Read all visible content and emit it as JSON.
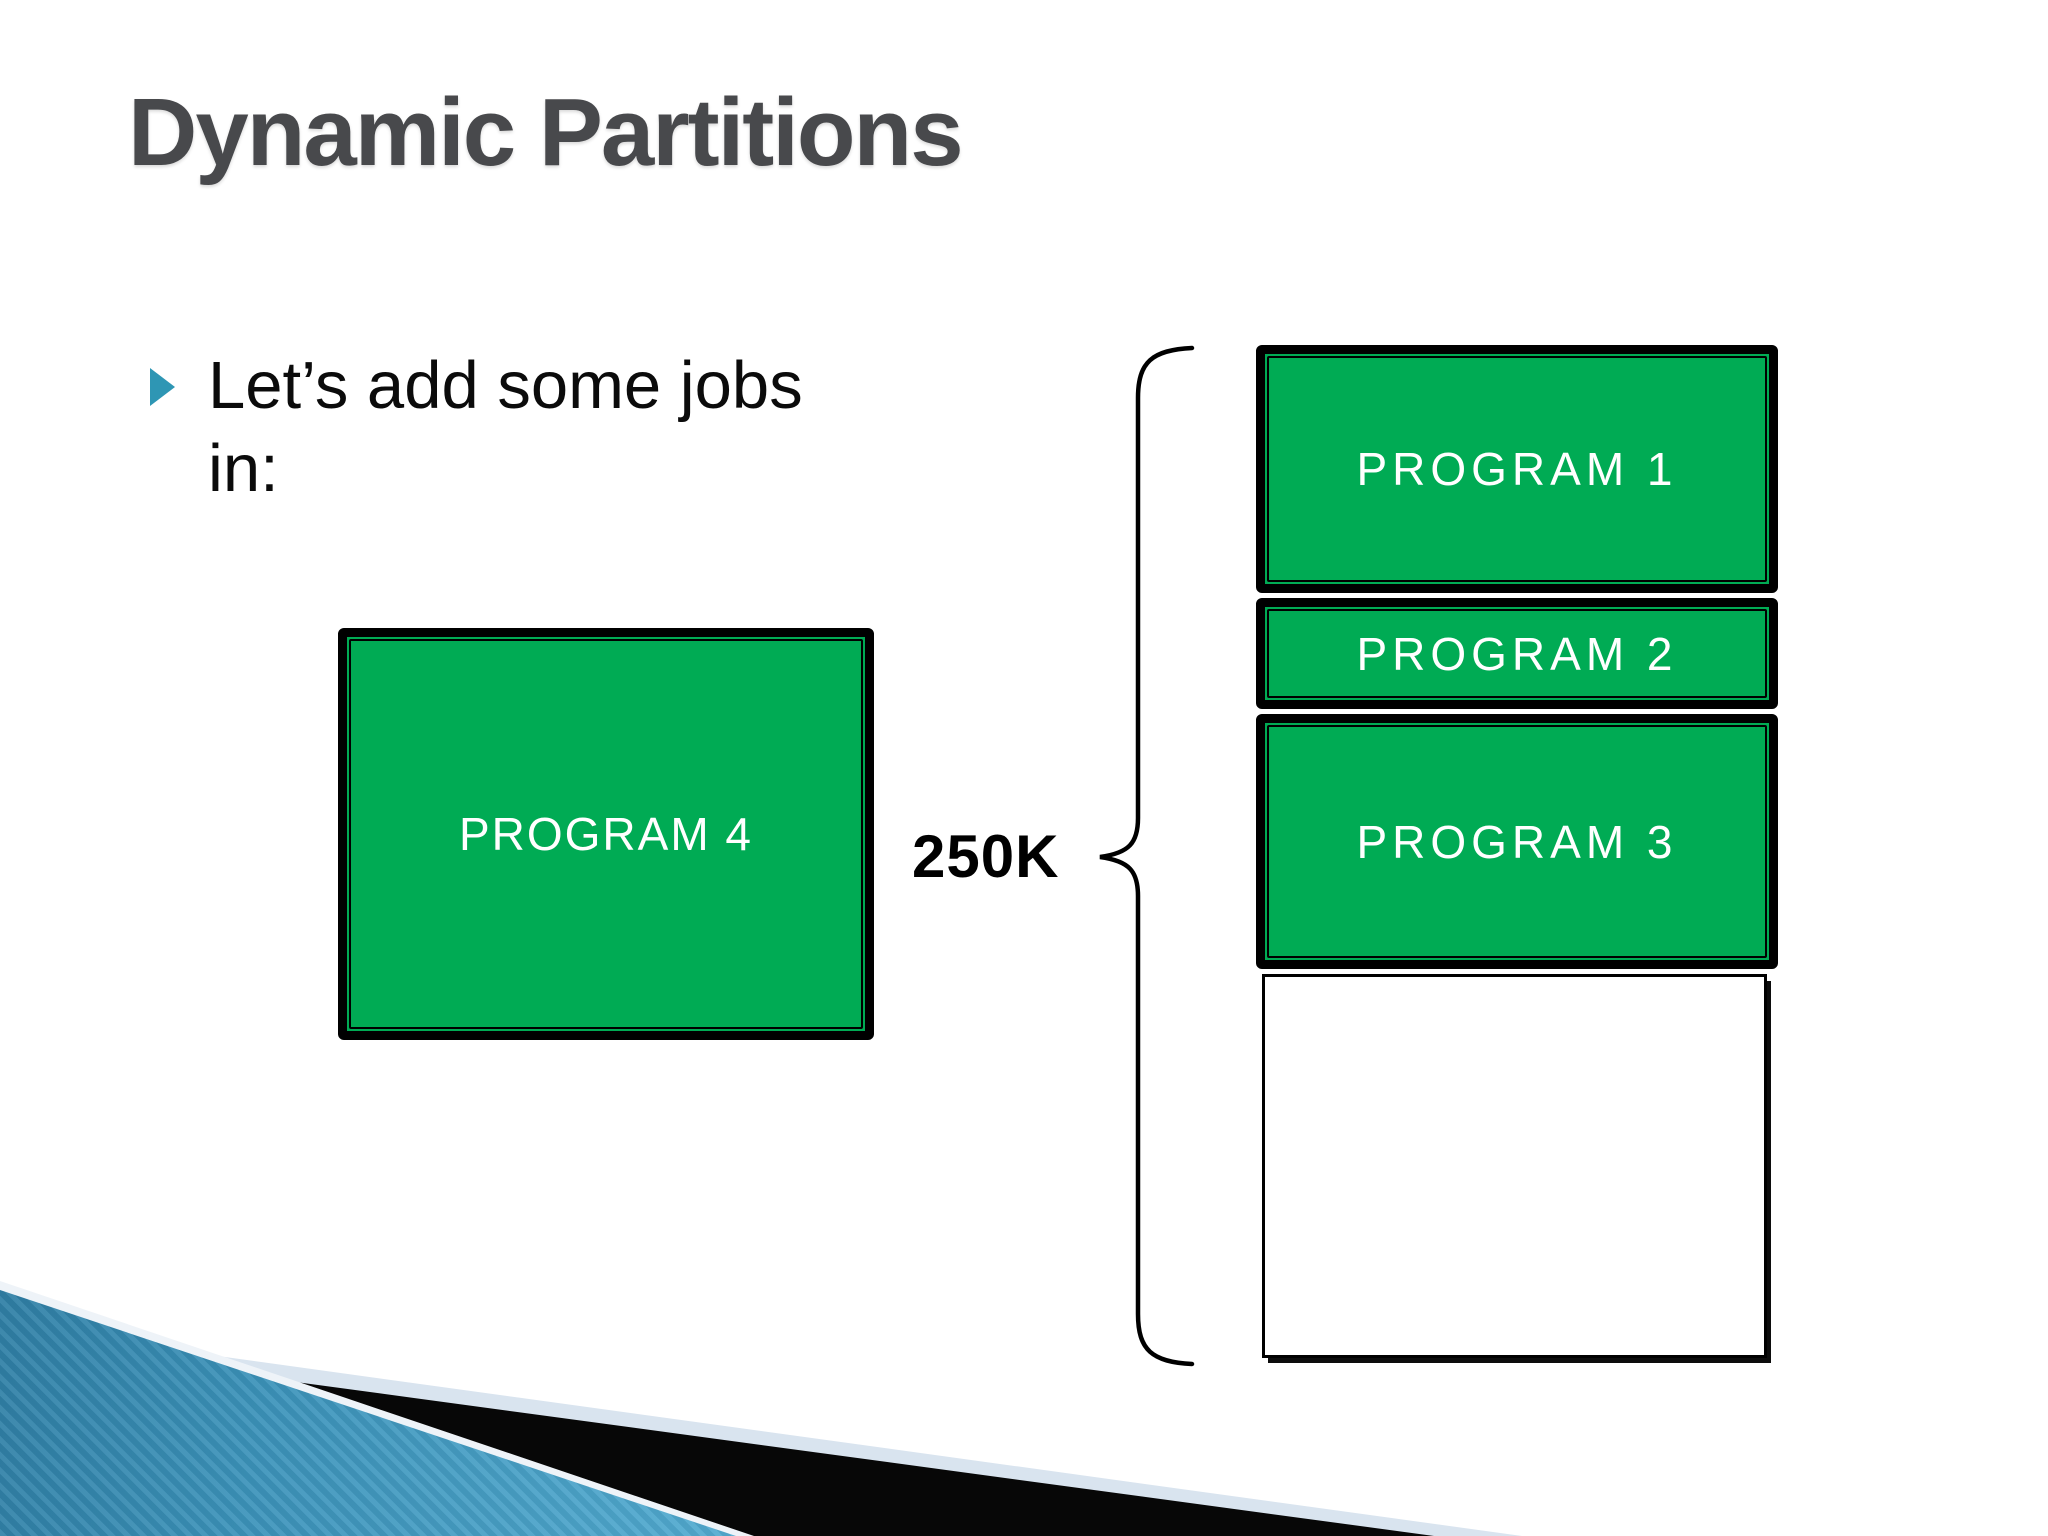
{
  "slide": {
    "title": "Dynamic Partitions",
    "bullet": {
      "lines": [
        "Let’s add some jobs",
        "in:"
      ]
    },
    "job_box": {
      "label": "PROGRAM 4"
    },
    "size_label": "250K",
    "memory": {
      "partitions": [
        {
          "label": "PROGRAM 1",
          "state": "allocated"
        },
        {
          "label": "PROGRAM 2",
          "state": "allocated"
        },
        {
          "label": "PROGRAM 3",
          "state": "allocated"
        },
        {
          "label": "",
          "state": "free"
        }
      ]
    },
    "colors": {
      "partition_green": "#00AB54",
      "bullet_teal": "#2E96B4",
      "title_gray": "#48494C",
      "deco_pale_blue": "#D9E4EF",
      "deco_blue": "#58B1D6",
      "deco_black": "#070707"
    }
  }
}
